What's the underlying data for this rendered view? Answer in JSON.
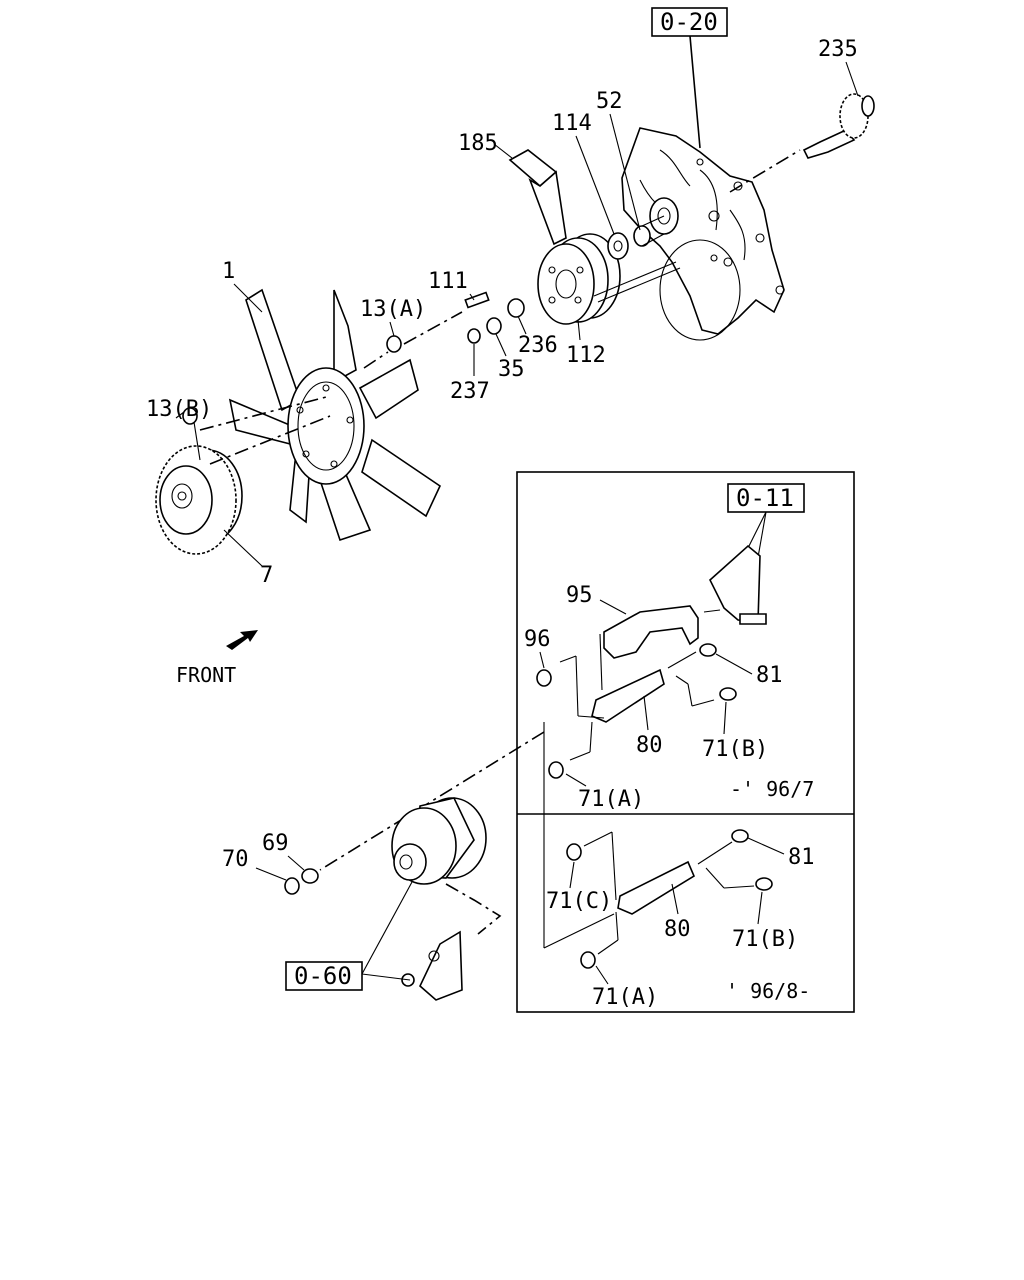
{
  "ref_boxes": {
    "crankcase_cover": "0-20",
    "bracket_mount": "0-11",
    "alternator_ref": "0-60"
  },
  "callouts": {
    "p235": "235",
    "p52": "52",
    "p114": "114",
    "p185": "185",
    "p1": "1",
    "p111": "111",
    "p13a": "13(A)",
    "p13b": "13(B)",
    "p236": "236",
    "p112": "112",
    "p35": "35",
    "p237": "237",
    "p7": "7",
    "p95": "95",
    "p96": "96",
    "p81_top": "81",
    "p80_top": "80",
    "p71b_top": "71(B)",
    "p71a_top": "71(A)",
    "p81_bot": "81",
    "p71c": "71(C)",
    "p80_bot": "80",
    "p71b_bot": "71(B)",
    "p71a_bot": "71(A)",
    "p69": "69",
    "p70": "70"
  },
  "front_label": "FRONT",
  "date_notes": {
    "top": "-' 96/7",
    "bottom": "' 96/8-"
  },
  "icons": [
    "front-direction-arrow"
  ]
}
